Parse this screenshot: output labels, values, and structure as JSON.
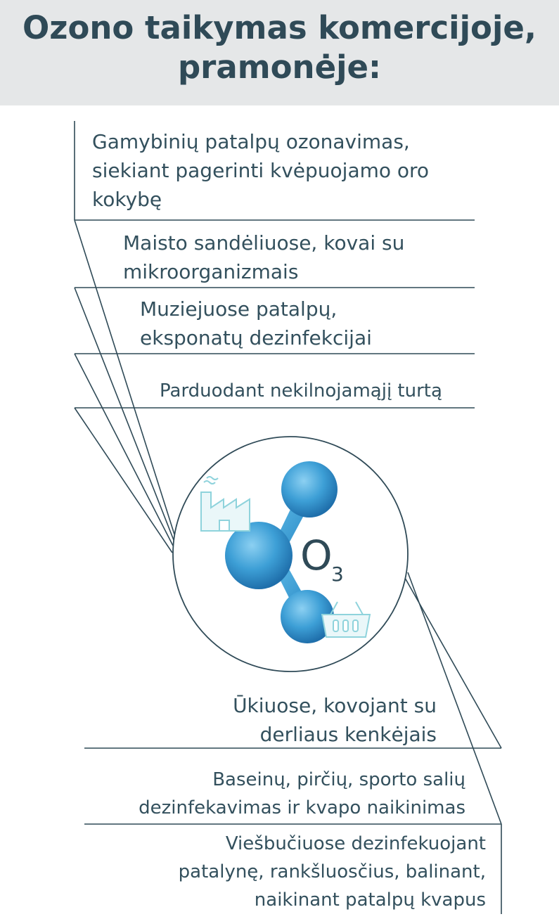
{
  "title": {
    "line1": "Ozono taikymas komercijoje,",
    "line2": "pramonėje:"
  },
  "applications_top": [
    {
      "lines": [
        "Gamybinių patalpų ozonavimas,",
        "siekiant pagerinti kvėpuojamo oro",
        "kokybę"
      ]
    },
    {
      "lines": [
        "Maisto sandėliuose, kovai su",
        "mikroorganizmais"
      ]
    },
    {
      "lines": [
        "Muziejuose patalpų,",
        "eksponatų dezinfekcijai"
      ]
    },
    {
      "lines": [
        "Parduodant nekilnojamąjį turtą"
      ]
    }
  ],
  "applications_bottom": [
    {
      "lines": [
        "Ūkiuose, kovojant su",
        "derliaus kenkėjais"
      ]
    },
    {
      "lines": [
        "Baseinų, pirčių, sporto salių",
        "dezinfekavimas ir kvapo naikinimas"
      ]
    },
    {
      "lines": [
        "Viešbučiuose dezinfekuojant",
        "patalynę, rankšluosčius, balinant,",
        "naikinant patalpų kvapus"
      ]
    }
  ],
  "molecule": {
    "formula_letter": "O",
    "formula_subscript": "3",
    "atom_color": "#3d9fd6",
    "icon_color": "#8fd3dc",
    "icons": [
      "factory-icon",
      "basket-icon"
    ]
  },
  "colors": {
    "header_bg": "#e5e7e8",
    "text": "#2f4a57",
    "line": "#2f4a57"
  }
}
